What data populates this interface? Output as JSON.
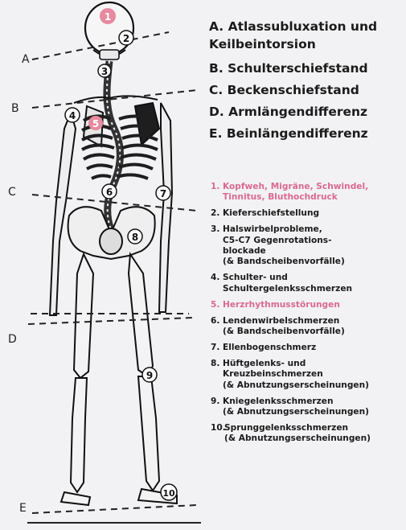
{
  "lines": {
    "A": "A",
    "B": "B",
    "C": "C",
    "D": "D",
    "E": "E"
  },
  "markers": [
    "1",
    "2",
    "3",
    "4",
    "5",
    "6",
    "7",
    "8",
    "9",
    "10"
  ],
  "legend_az": [
    {
      "text": "A. Atlassubluxation und Keilbeintorsion"
    },
    {
      "text": "B. Schulterschiefstand"
    },
    {
      "text": "C. Beckenschiefstand"
    },
    {
      "text": "D. Armlängendifferenz"
    },
    {
      "text": "E. Beinlängendifferenz"
    }
  ],
  "symptoms": [
    {
      "num": "1.",
      "text": "Kopfweh, Migräne, Schwindel,\nTinnitus, Bluthochdruck",
      "highlight": true
    },
    {
      "num": "2.",
      "text": "Kieferschiefstellung",
      "highlight": false
    },
    {
      "num": "3.",
      "text": "Halswirbelprobleme,\nC5-C7 Gegenrotations-\nblockade\n(& Bandscheibenvorfälle)",
      "highlight": false
    },
    {
      "num": "4.",
      "text": "Schulter- und\nSchultergelenksschmerzen",
      "highlight": false
    },
    {
      "num": "5.",
      "text": "Herzrhythmusstörungen",
      "highlight": true
    },
    {
      "num": "6.",
      "text": "Lendenwirbelschmerzen\n(& Bandscheibenvorfälle)",
      "highlight": false
    },
    {
      "num": "7.",
      "text": "Ellenbogenschmerz",
      "highlight": false
    },
    {
      "num": "8.",
      "text": "Hüftgelenks- und\nKreuzbeinschmerzen\n(& Abnutzungserscheinungen)",
      "highlight": false
    },
    {
      "num": "9.",
      "text": "Kniegelenksschmerzen\n(& Abnutzungserscheinungen)",
      "highlight": false
    },
    {
      "num": "10.",
      "text": "Sprunggelenksschmerzen\n(& Abnutzungserscheinungen)",
      "highlight": false
    }
  ],
  "colors": {
    "highlight": "#d96a93",
    "marker_pink": "#e7899f",
    "bone_dark": "#1e1e1e",
    "background": "#f2f1f3"
  }
}
